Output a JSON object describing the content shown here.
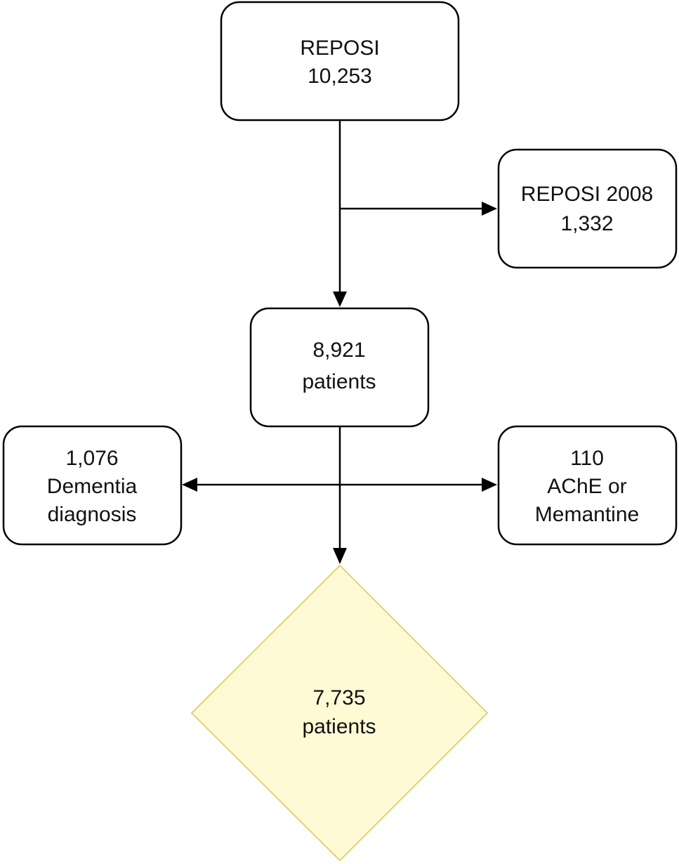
{
  "nodes": {
    "reposi_total": {
      "line1": "REPOSI",
      "line2": "10,253"
    },
    "reposi_2008": {
      "line1": "REPOSI 2008",
      "line2": "1,332"
    },
    "patients_8921": {
      "line1": "8,921",
      "line2": "patients"
    },
    "dementia": {
      "line1": "1,076",
      "line2": "Dementia",
      "line3": "diagnosis"
    },
    "ache": {
      "line1": "110",
      "line2": "AChE or",
      "line3": "Memantine"
    },
    "final": {
      "line1": "7,735",
      "line2": "patients"
    }
  },
  "colors": {
    "box_border": "#000000",
    "box_fill": "#ffffff",
    "final_fill": "#fdfad4",
    "final_border": "#e3d177",
    "connector": "#000000"
  }
}
